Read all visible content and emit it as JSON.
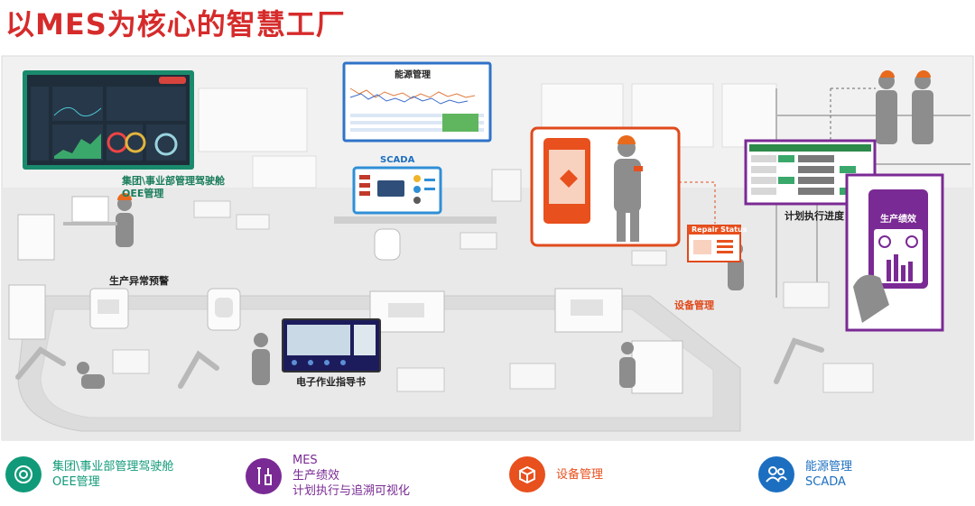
{
  "title": "以MES为核心的智慧工厂",
  "labels": {
    "cockpit_1": "集团\\事业部管理驾驶舱",
    "cockpit_2": "OEE管理",
    "energy": "能源管理",
    "scada": "SCADA",
    "anomaly": "生产异常预警",
    "e_sop": "电子作业指导书",
    "repair": "Repair Status",
    "equipment": "设备管理",
    "plan_exec": "计划执行进度",
    "performance": "生产绩效"
  },
  "legend": [
    {
      "text": "集团\\事业部管理驾驶舱\nOEE管理",
      "color": "#119a79",
      "icon": "target-icon"
    },
    {
      "text": "MES\n生产绩效\n计划执行与追溯可视化",
      "color": "#7a2a94",
      "icon": "tools-icon"
    },
    {
      "text": "设备管理",
      "color": "#e8501e",
      "icon": "box-icon"
    },
    {
      "text": "能源管理\nSCADA",
      "color": "#1c6fc0",
      "icon": "people-icon"
    }
  ]
}
